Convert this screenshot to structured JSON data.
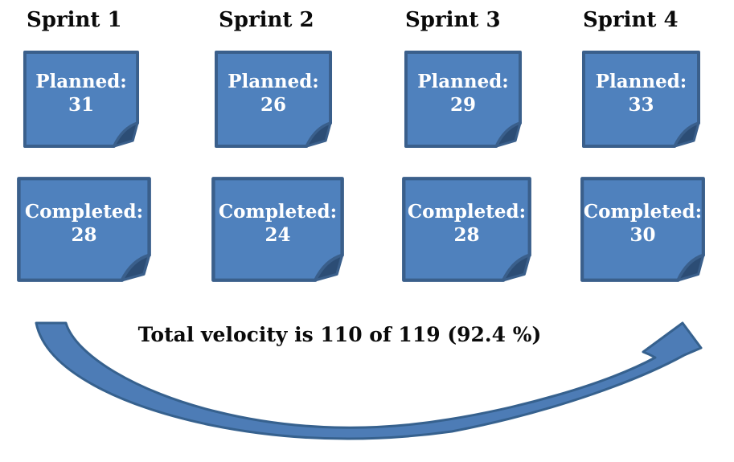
{
  "sprints": [
    {
      "name": "Sprint 1",
      "planned_label": "Planned:",
      "planned_value": "31",
      "completed_label": "Completed:",
      "completed_value": "28"
    },
    {
      "name": "Sprint 2",
      "planned_label": "Planned:",
      "planned_value": "26",
      "completed_label": "Completed:",
      "completed_value": "24"
    },
    {
      "name": "Sprint 3",
      "planned_label": "Planned:",
      "planned_value": "29",
      "completed_label": "Completed:",
      "completed_value": "28"
    },
    {
      "name": "Sprint 4",
      "planned_label": "Planned:",
      "planned_value": "33",
      "completed_label": "Completed:",
      "completed_value": "30"
    }
  ],
  "summary": {
    "text": "Total velocity is 110 of 119 (92.4 %)",
    "total_completed": "110",
    "total_planned": "119",
    "percent": "92.4 %"
  },
  "colors": {
    "background": "#ffffff",
    "title_text": "#0a0a0a",
    "note_fill": "#4f81bd",
    "note_border": "#3a5f8b",
    "note_fold": "#2c4d75",
    "note_text": "#ffffff",
    "arrow_fill": "#4d7cb6",
    "arrow_border": "#36618e"
  }
}
